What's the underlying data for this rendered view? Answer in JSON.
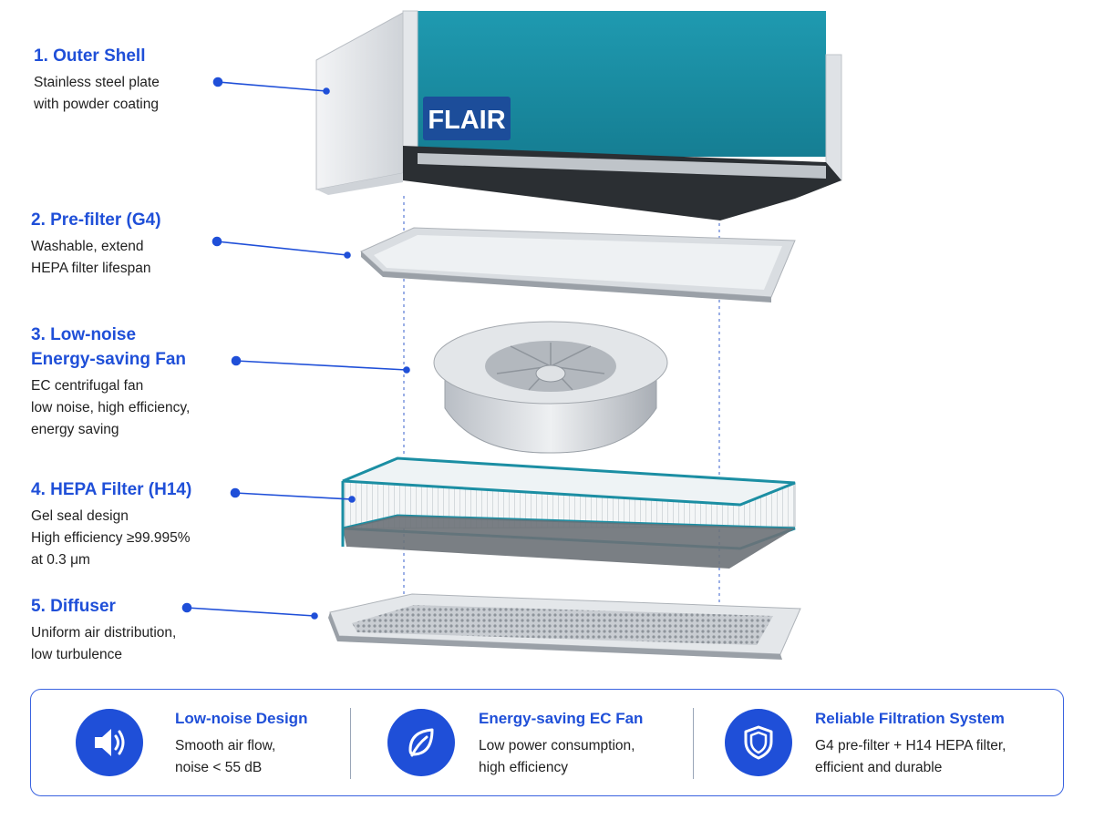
{
  "components": [
    {
      "title": "1. Outer Shell",
      "desc": [
        "Stainless steel plate",
        "with powder coating"
      ]
    },
    {
      "title": "2. Pre-filter (G4)",
      "desc": [
        "Washable, extend",
        "HEPA filter lifespan"
      ]
    },
    {
      "title": "3. Low-noise\nEnergy-saving Fan",
      "desc": [
        "EC centrifugal fan",
        "low noise, high efficiency,",
        "energy saving"
      ]
    },
    {
      "title": "4. HEPA Filter (H14)",
      "desc": [
        "Gel seal design",
        "High efficiency ≥99.995%",
        "at 0.3 μm"
      ]
    },
    {
      "title": "5. Diffuser",
      "desc": [
        "Uniform air distribution,",
        "low turbulence"
      ]
    }
  ],
  "logo_text": "FLAIR",
  "features": [
    {
      "title": "Low-noise Design",
      "desc": [
        "Smooth air flow,",
        "noise < 55 dB"
      ],
      "icon": "speaker-icon"
    },
    {
      "title": "Energy-saving EC Fan",
      "desc": [
        "Low power consumption,",
        "high efficiency"
      ],
      "icon": "leaf-icon"
    },
    {
      "title": "Reliable Filtration System",
      "desc": [
        "G4 pre-filter + H14 HEPA filter,",
        "efficient and durable"
      ],
      "icon": "shield-icon"
    }
  ],
  "colors": {
    "accent": "#1f4fd8",
    "teal": "#1b8ea3",
    "border": "#3a63e0"
  }
}
